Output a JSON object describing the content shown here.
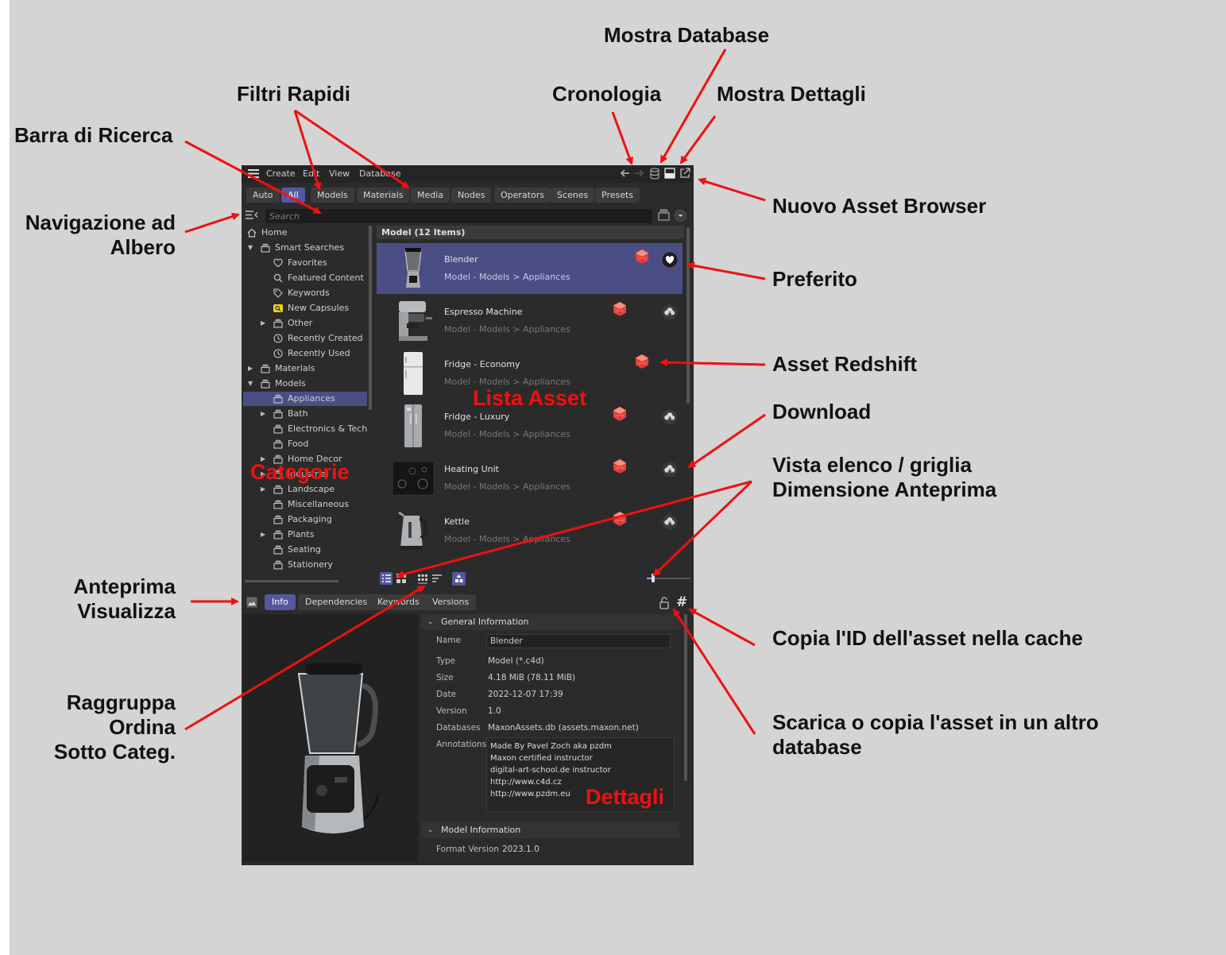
{
  "annotations": {
    "mostra_database": "Mostra Database",
    "filtri_rapidi": "Filtri Rapidi",
    "cronologia": "Cronologia",
    "mostra_dettagli": "Mostra Dettagli",
    "barra_ricerca": "Barra di Ricerca",
    "nuovo_asset_browser": "Nuovo Asset Browser",
    "navigazione_1": "Navigazione ad",
    "navigazione_2": "Albero",
    "preferito": "Preferito",
    "asset_redshift": "Asset Redshift",
    "download": "Download",
    "vista_1": "Vista elenco / griglia",
    "vista_2": "Dimensione Anteprima",
    "anteprima_1": "Anteprima",
    "anteprima_2": "Visualizza",
    "copia_id": "Copia l'ID dell'asset nella cache",
    "raggruppa_1": "Raggruppa",
    "raggruppa_2": "Ordina",
    "raggruppa_3": "Sotto Categ.",
    "scarica_1": "Scarica o copia l'asset in un altro",
    "scarica_2": "database",
    "lista_asset": "Lista Asset",
    "categorie": "Categorie",
    "dettagli": "Dettagli"
  },
  "menubar": [
    "Create",
    "Edit",
    "View",
    "Database"
  ],
  "filters": [
    "Auto",
    "All",
    "Models",
    "Materials",
    "Media",
    "Nodes",
    "Operators",
    "Scenes",
    "Presets"
  ],
  "active_filter": "All",
  "search": {
    "placeholder": "Search"
  },
  "tree": [
    {
      "label": "Home",
      "icon": "home-icon",
      "level": 0
    },
    {
      "label": "Smart Searches",
      "icon": "folder-icon",
      "level": 1,
      "arrow": "open"
    },
    {
      "label": "Favorites",
      "icon": "heart-icon",
      "level": 2
    },
    {
      "label": "Featured Content",
      "icon": "search-icon",
      "level": 2
    },
    {
      "label": "Keywords",
      "icon": "tag-icon",
      "level": 2
    },
    {
      "label": "New Capsules",
      "icon": "new-icon",
      "level": 2
    },
    {
      "label": "Other",
      "icon": "folder-icon",
      "level": 2,
      "arrow": "closed"
    },
    {
      "label": "Recently Created",
      "icon": "clock-icon",
      "level": 2
    },
    {
      "label": "Recently Used",
      "icon": "clock-icon",
      "level": 2
    },
    {
      "label": "Materials",
      "icon": "folder-icon",
      "level": 1,
      "arrow": "closed"
    },
    {
      "label": "Models",
      "icon": "folder-icon",
      "level": 1,
      "arrow": "open"
    },
    {
      "label": "Appliances",
      "icon": "folder-icon",
      "level": 2,
      "selected": true
    },
    {
      "label": "Bath",
      "icon": "folder-icon",
      "level": 2,
      "arrow": "closed"
    },
    {
      "label": "Electronics & Techn",
      "icon": "folder-icon",
      "level": 2
    },
    {
      "label": "Food",
      "icon": "folder-icon",
      "level": 2
    },
    {
      "label": "Home Decor",
      "icon": "folder-icon",
      "level": 2,
      "arrow": "closed"
    },
    {
      "label": "Industrial",
      "icon": "folder-icon",
      "level": 2,
      "arrow": "closed"
    },
    {
      "label": "Landscape",
      "icon": "folder-icon",
      "level": 2,
      "arrow": "closed"
    },
    {
      "label": "Miscellaneous",
      "icon": "folder-icon",
      "level": 2
    },
    {
      "label": "Packaging",
      "icon": "folder-icon",
      "level": 2
    },
    {
      "label": "Plants",
      "icon": "folder-icon",
      "level": 2,
      "arrow": "closed"
    },
    {
      "label": "Seating",
      "icon": "folder-icon",
      "level": 2
    },
    {
      "label": "Stationery",
      "icon": "folder-icon",
      "level": 2
    }
  ],
  "list": {
    "header": "Model (12 Items)",
    "items": [
      {
        "name": "Blender",
        "path": "Model - Models > Appliances",
        "selected": true,
        "action": "heart-icon",
        "thumb": "blender"
      },
      {
        "name": "Espresso Machine",
        "path": "Model - Models > Appliances",
        "action": "cloud-download-icon",
        "thumb": "espresso"
      },
      {
        "name": "Fridge - Economy",
        "path": "Model - Models > Appliances",
        "action": "",
        "thumb": "fridge"
      },
      {
        "name": "Fridge - Luxury",
        "path": "Model - Models > Appliances",
        "action": "cloud-download-icon",
        "thumb": "fridge2"
      },
      {
        "name": "Heating Unit",
        "path": "Model - Models > Appliances",
        "action": "cloud-download-icon",
        "thumb": "heater"
      },
      {
        "name": "Kettle",
        "path": "Model - Models > Appliances",
        "action": "cloud-download-icon",
        "thumb": "kettle"
      }
    ]
  },
  "bottom_tabs": [
    "Info",
    "Dependencies",
    "Keywords",
    "Versions"
  ],
  "active_bottom_tab": "Info",
  "details": {
    "general_header": "General Information",
    "name_label": "Name",
    "name_value": "Blender",
    "rows": [
      {
        "label": "Type",
        "value": "Model (*.c4d)"
      },
      {
        "label": "Size",
        "value": "4.18 MiB (78.11 MiB)"
      },
      {
        "label": "Date",
        "value": "2022-12-07 17:39"
      },
      {
        "label": "Version",
        "value": "1.0"
      },
      {
        "label": "Databases",
        "value": "MaxonAssets.db (assets.maxon.net)"
      }
    ],
    "annotations_label": "Annotations",
    "annotations_lines": [
      "Made By Pavel Zoch aka pzdm",
      "Maxon certified instructor",
      "digital-art-school.de instructor",
      "http://www.c4d.cz",
      "http://www.pzdm.eu"
    ],
    "model_header": "Model Information",
    "format_label": "Format Version",
    "format_value": "2023.1.0"
  },
  "colors": {
    "accent": "#5458a0",
    "selection": "#4b4e84",
    "redshift": "#e8413a",
    "arrow": "#f01010"
  }
}
